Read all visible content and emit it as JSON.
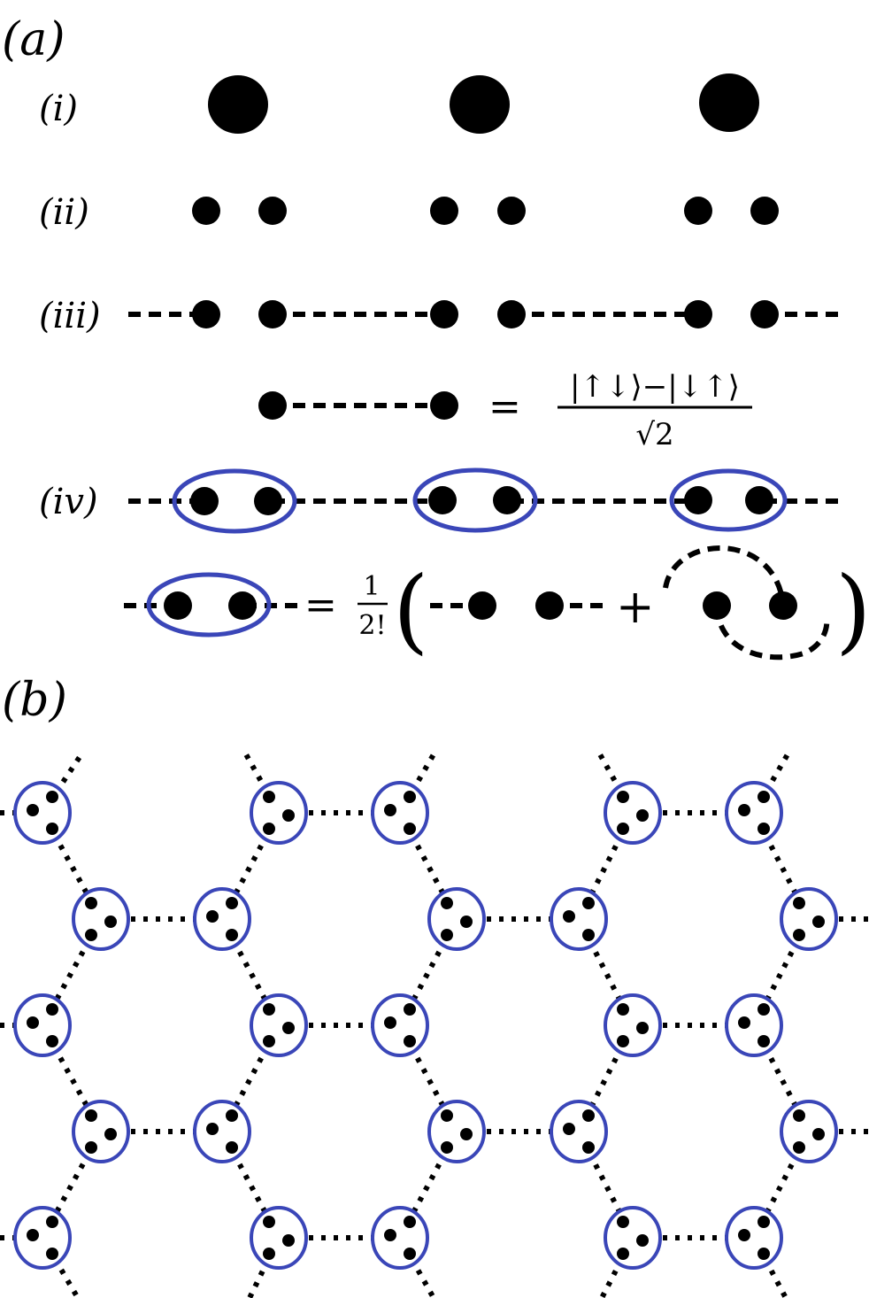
{
  "panel_a": {
    "label": "(a)",
    "rows": [
      "(i)",
      "(ii)",
      "(iii)",
      "(iv)"
    ],
    "singlet": {
      "ket_text": "|↑↓⟩−|↓↑⟩",
      "sqrt_text": "√2",
      "equals": "="
    },
    "projector": {
      "equals": "=",
      "frac_num": "1",
      "frac_den": "2!",
      "plus": "+",
      "open_paren": "(",
      "close_paren": ")"
    }
  },
  "panel_b": {
    "label": "(b)"
  },
  "colors": {
    "ink": "#000000",
    "loop": "#3a46b8"
  }
}
